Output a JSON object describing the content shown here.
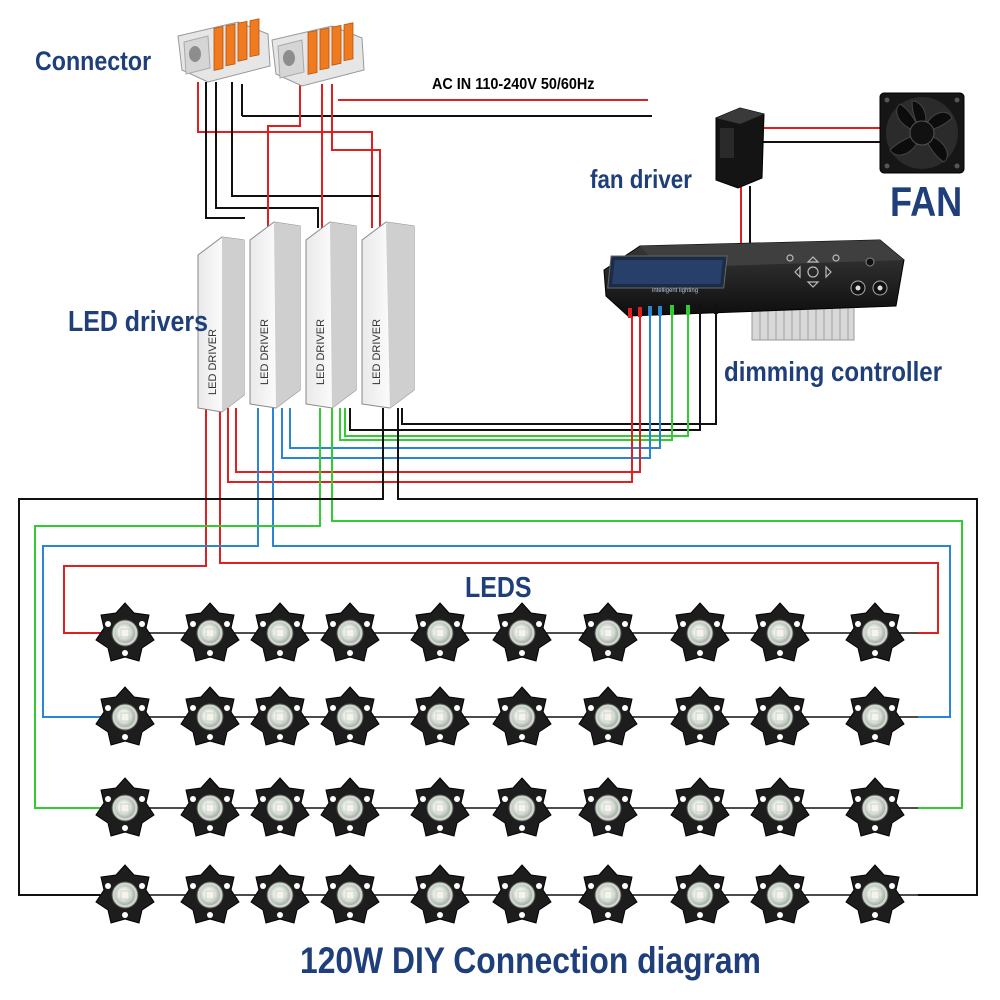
{
  "labels": {
    "connector": "Connector",
    "ac_input": "AC IN 110-240V 50/60Hz",
    "fan_driver": "fan driver",
    "fan": "FAN",
    "led_drivers": "LED drivers",
    "dimming_controller": "dimming controller",
    "leds": "LEDS",
    "title": "120W DIY Connection diagram"
  },
  "driver_label": "LED DRIVER",
  "controller_brand": "intelligent lighting",
  "led_grid": {
    "rows": 4,
    "columns": 10
  },
  "colors": {
    "red_wire": "#e02020",
    "blue_wire": "#2a86d4",
    "green_wire": "#32cc32",
    "black_wire": "#111111",
    "label_blue": "#1f3f7a",
    "connector_lever": "#f07a1e"
  }
}
